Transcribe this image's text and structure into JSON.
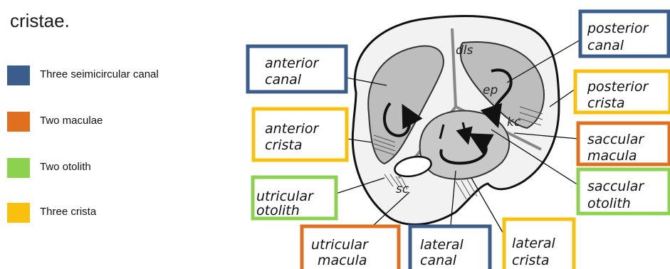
{
  "title": "cristae.",
  "colors": {
    "canal": "#3a5d8e",
    "macula": "#e07020",
    "otolith": "#8cd150",
    "crista": "#f9c10e"
  },
  "legend": [
    {
      "label": "Three seimicircular canal",
      "color": "#3a5d8e"
    },
    {
      "label": "Two maculae",
      "color": "#e07020"
    },
    {
      "label": "Two otolith",
      "color": "#8cd150"
    },
    {
      "label": "Three crista",
      "color": "#f9c10e"
    }
  ],
  "inner_labels": {
    "dls": "dls",
    "ep": "ep",
    "kc": "kc",
    "sc": "sc"
  },
  "boxes": {
    "anterior_canal": [
      "anterior",
      "canal"
    ],
    "anterior_crista": [
      "anterior",
      "crista"
    ],
    "utricular_otolith": [
      "utricular",
      "otolith"
    ],
    "utricular_macula": [
      "utricular",
      "macula"
    ],
    "lateral_canal": [
      "lateral",
      "canal"
    ],
    "lateral_crista": [
      "lateral",
      "crista"
    ],
    "posterior_canal": [
      "posterior",
      "canal"
    ],
    "posterior_crista": [
      "posterior",
      "crista"
    ],
    "saccular_macula": [
      "saccular",
      "macula"
    ],
    "saccular_otolith": [
      "saccular",
      "otolith"
    ]
  }
}
